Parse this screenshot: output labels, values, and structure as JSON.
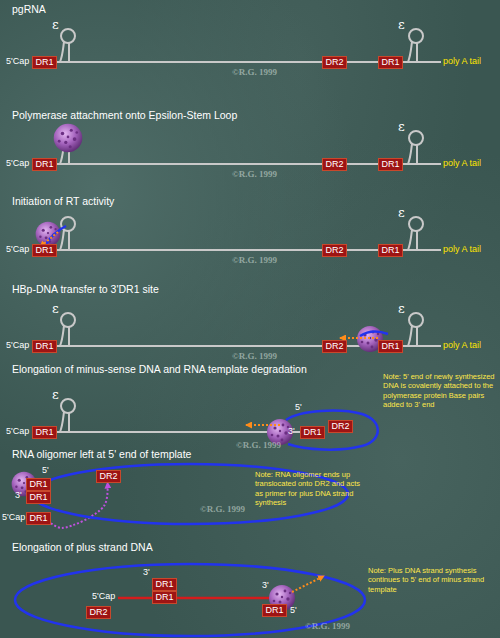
{
  "diagram": {
    "nodes": [
      {
        "text": [
          "DR1"
        ]
      },
      {
        "text": [
          "DR2"
        ]
      },
      {
        "text": [
          "DR1"
        ]
      },
      {
        "text": [
          "DR1"
        ]
      },
      {
        "text": [
          "DR2"
        ]
      },
      {
        "text": [
          "DR1"
        ]
      },
      {
        "text": [
          "DR1"
        ]
      },
      {
        "text": [
          "DR2"
        ]
      },
      {
        "text": [
          "DR1"
        ]
      },
      {
        "text": [
          "DR1"
        ]
      },
      {
        "text": [
          "DR2"
        ]
      },
      {
        "text": [
          "DR1"
        ]
      },
      {
        "text": [
          "DR1"
        ]
      },
      {
        "text": [
          "DR1"
        ]
      },
      {
        "text": [
          "DR2"
        ]
      },
      {
        "text": [
          "DR1"
        ]
      },
      {
        "text": [
          "DR2"
        ]
      },
      {
        "text": [
          "DR1"
        ]
      },
      {
        "text": [
          "DR1"
        ]
      },
      {
        "text": [
          "DR1"
        ]
      },
      {
        "text": [
          "DR1"
        ]
      },
      {
        "text": [
          "DR1"
        ]
      },
      {
        "text": [
          "DR2"
        ]
      }
    ],
    "edges": [
      {
        "from": 0,
        "to": 1,
        "arrow": "none"
      },
      {
        "from": 1,
        "to": 2,
        "arrow": "none"
      },
      {
        "from": 3,
        "to": 4,
        "arrow": "none"
      },
      {
        "from": 4,
        "to": 5,
        "arrow": "none"
      },
      {
        "from": 6,
        "to": 7,
        "arrow": "none"
      },
      {
        "from": 7,
        "to": 8,
        "arrow": "none"
      },
      {
        "from": 9,
        "to": 10,
        "arrow": "none"
      },
      {
        "from": 10,
        "to": 11,
        "arrow": "none"
      },
      {
        "from": 12,
        "to": 13,
        "arrow": "none"
      },
      {
        "from": 18,
        "to": 16,
        "arrow": "to"
      }
    ],
    "labels": [
      "pgRNA",
      "ε",
      "ε",
      "5'Cap",
      "poly A tail",
      "©R.G. 1999",
      "Polymerase attachment onto Epsilon-Stem Loop",
      "ε",
      "5'Cap",
      "poly A tail",
      "©R.G. 1999",
      "Initiation of RT activity",
      "ε",
      "5'Cap",
      "poly A tail",
      "©R.G. 1999",
      "HBp-DNA transfer to 3'DR1 site",
      "ε",
      "ε",
      "5'Cap",
      "poly A tail",
      "©R.G. 1999",
      "Elongation of minus-sense DNA and RNA template degradation",
      "ε",
      "5'Cap",
      "5'",
      "3'",
      "©R.G. 1999",
      "Note: 5' end of newly synthesized DNA is covalently attached to the polymerase protein Base pairs added to 3' end",
      "RNA oligomer left at 5' end of template",
      "5'",
      "3'",
      "5'Cap",
      "©R.G. 1999",
      "Note: RNA oligomer ends up translocated onto DR2 and acts as primer for plus DNA strand synthesis",
      "Elongation of plus strand DNA",
      "3'",
      "5'Cap",
      "3'",
      "5'",
      "©R.G. 1999",
      "Note: Plus DNA strand synthesis continues to 5' end of minus strand template"
    ]
  }
}
